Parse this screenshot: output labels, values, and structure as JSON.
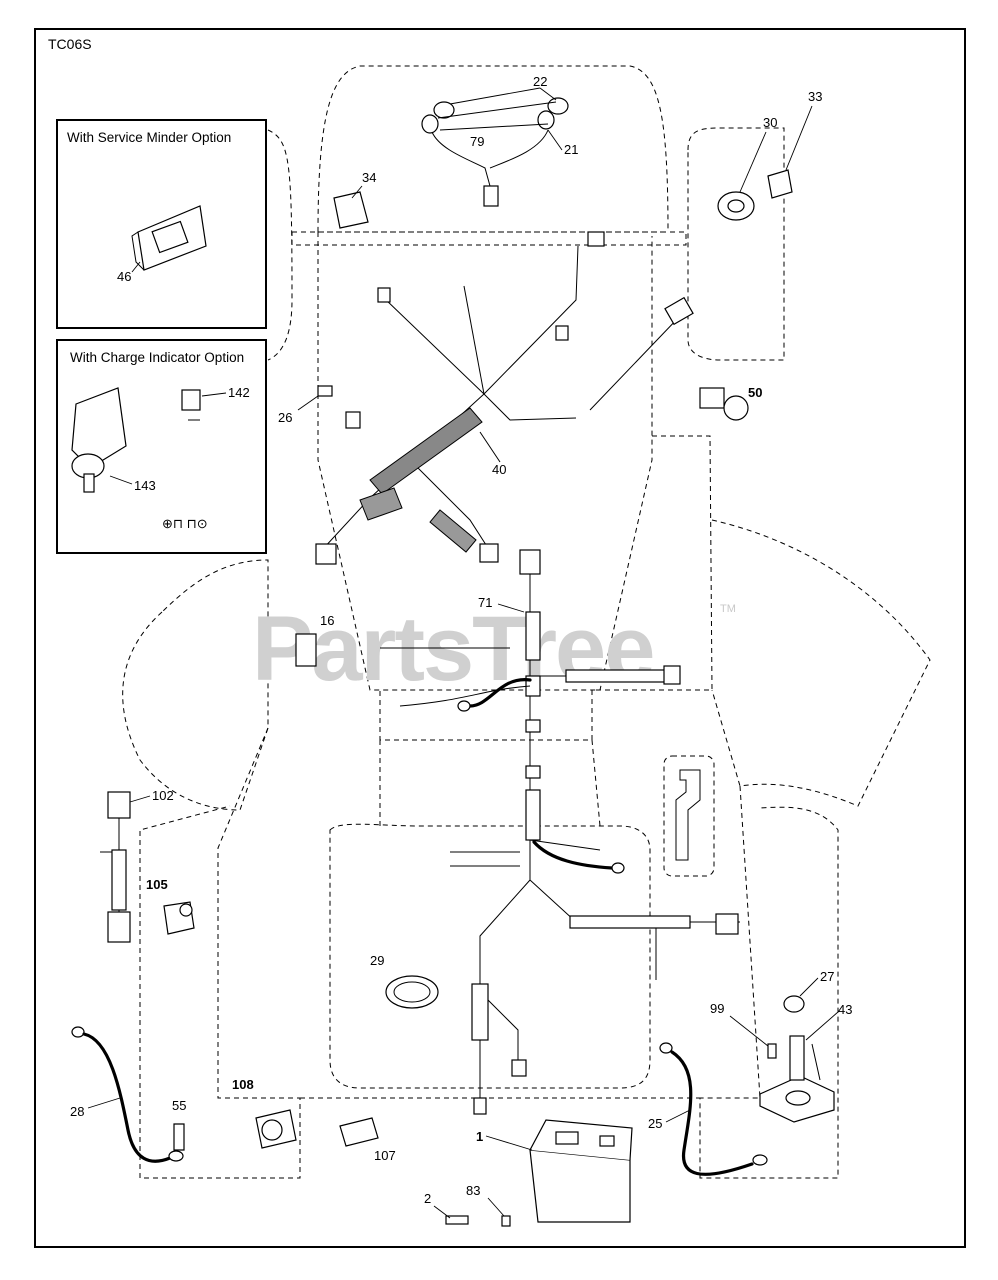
{
  "diagram_code": "TC06S",
  "watermark": {
    "brand": "PartsTree",
    "trademark": "TM"
  },
  "option_boxes": {
    "service_minder": {
      "title": "With Service Minder Option"
    },
    "charge_indicator": {
      "title": "With Charge Indicator Option"
    }
  },
  "callouts": {
    "p1": "1",
    "p2": "2",
    "p16": "16",
    "p21": "21",
    "p22": "22",
    "p25": "25",
    "p26": "26",
    "p27": "27",
    "p28": "28",
    "p29": "29",
    "p30": "30",
    "p33": "33",
    "p34": "34",
    "p40": "40",
    "p43": "43",
    "p46": "46",
    "p50": "50",
    "p55": "55",
    "p71": "71",
    "p79": "79",
    "p83": "83",
    "p99": "99",
    "p102": "102",
    "p105": "105",
    "p107": "107",
    "p108": "108",
    "p142": "142",
    "p143": "143"
  }
}
